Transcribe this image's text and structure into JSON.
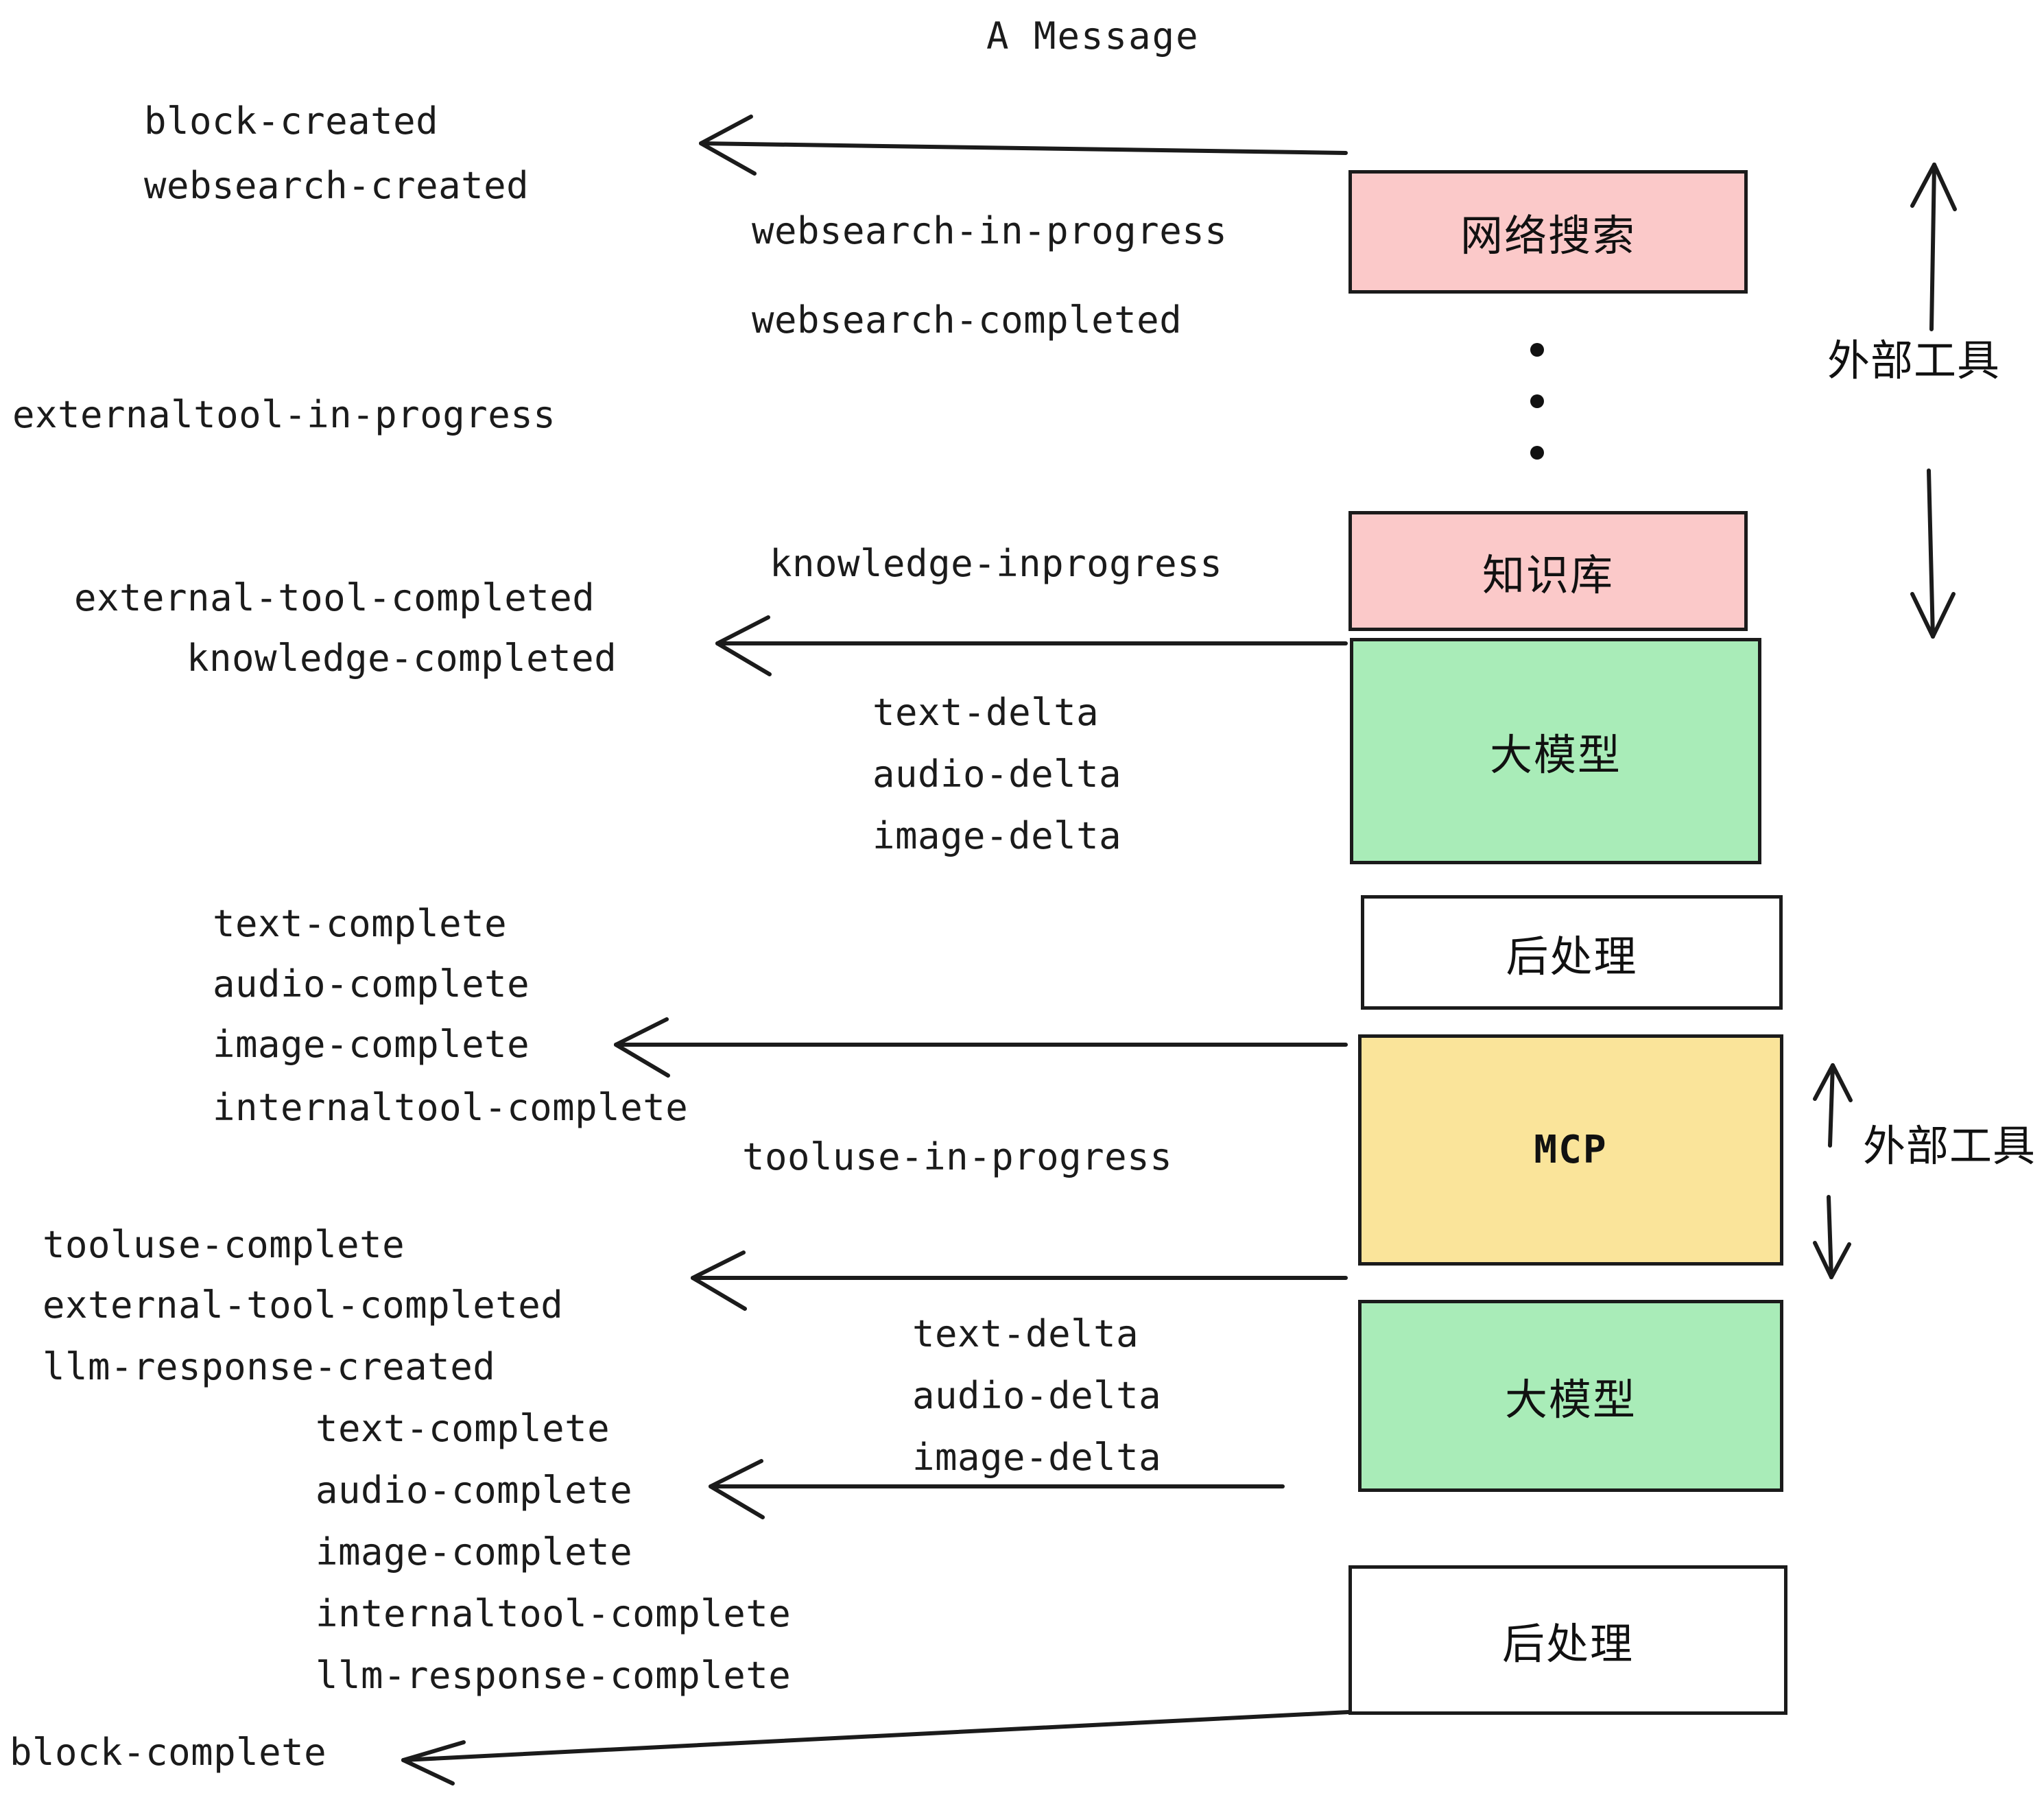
{
  "diagram": {
    "title": "A Message",
    "colors": {
      "pink": "#fbc9c9",
      "green": "#a9ecb8",
      "yellow": "#fae49a",
      "white": "#ffffff",
      "stroke": "#1b1b1b",
      "text": "#1b1b1b"
    },
    "nodes": [
      {
        "label": "网络搜索",
        "fill": "#fbc9c9"
      },
      {
        "label": "知识库",
        "fill": "#fbc9c9"
      },
      {
        "label": "大模型",
        "fill": "#a9ecb8"
      },
      {
        "label": "后处理",
        "fill": "#ffffff"
      },
      {
        "label": "MCP",
        "fill": "#fae49a"
      },
      {
        "label": "大模型",
        "fill": "#a9ecb8"
      },
      {
        "label": "后处理",
        "fill": "#ffffff"
      }
    ],
    "side_labels": [
      {
        "label": "外部工具"
      },
      {
        "label": "外部工具"
      }
    ],
    "events": [
      {
        "id": "e01",
        "text": "block-created"
      },
      {
        "id": "e02",
        "text": "websearch-created"
      },
      {
        "id": "e03",
        "text": "websearch-in-progress"
      },
      {
        "id": "e04",
        "text": "websearch-completed"
      },
      {
        "id": "e05",
        "text": "externaltool-in-progress"
      },
      {
        "id": "e06",
        "text": "knowledge-inprogress"
      },
      {
        "id": "e07",
        "text": "external-tool-completed"
      },
      {
        "id": "e08",
        "text": "knowledge-completed"
      },
      {
        "id": "e09",
        "text": "text-delta"
      },
      {
        "id": "e10",
        "text": "audio-delta"
      },
      {
        "id": "e11",
        "text": "image-delta"
      },
      {
        "id": "e12",
        "text": "text-complete"
      },
      {
        "id": "e13",
        "text": "audio-complete"
      },
      {
        "id": "e14",
        "text": "image-complete"
      },
      {
        "id": "e15",
        "text": "internaltool-complete"
      },
      {
        "id": "e16",
        "text": "tooluse-in-progress"
      },
      {
        "id": "e17",
        "text": "tooluse-complete"
      },
      {
        "id": "e18",
        "text": "external-tool-completed"
      },
      {
        "id": "e19",
        "text": "llm-response-created"
      },
      {
        "id": "e20",
        "text": "text-delta"
      },
      {
        "id": "e21",
        "text": "audio-delta"
      },
      {
        "id": "e22",
        "text": "image-delta"
      },
      {
        "id": "e23",
        "text": "text-complete"
      },
      {
        "id": "e24",
        "text": "audio-complete"
      },
      {
        "id": "e25",
        "text": "image-complete"
      },
      {
        "id": "e26",
        "text": "internaltool-complete"
      },
      {
        "id": "e27",
        "text": "llm-response-complete"
      },
      {
        "id": "e28",
        "text": "block-complete"
      }
    ]
  }
}
